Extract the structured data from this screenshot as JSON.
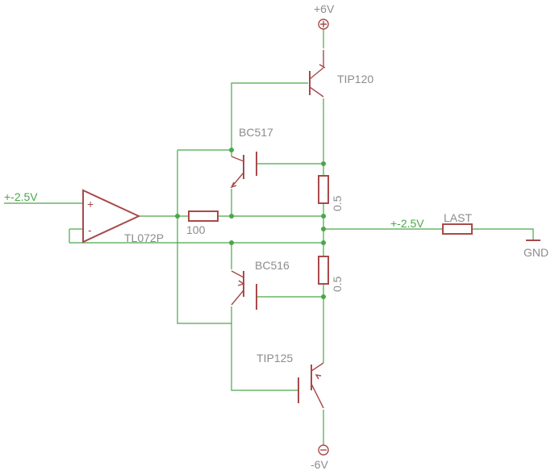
{
  "labels": {
    "supply_pos": "+6V",
    "supply_neg": "-6V",
    "q_tip120": "TIP120",
    "q_bc517": "BC517",
    "q_bc516": "BC516",
    "q_tip125": "TIP125",
    "opamp": "TL072P",
    "r_base": "100",
    "r_emit_top": "0.5",
    "r_emit_bot": "0.5",
    "r_load": "LAST",
    "gnd": "GND"
  },
  "nets": {
    "input": "+-2.5V",
    "output": "+-2.5V"
  },
  "opamp_pins": {
    "plus": "+",
    "minus": "-"
  },
  "colors": {
    "wire": "#4aa64a",
    "part": "#a84a4a",
    "label": "#8c8c8c"
  }
}
